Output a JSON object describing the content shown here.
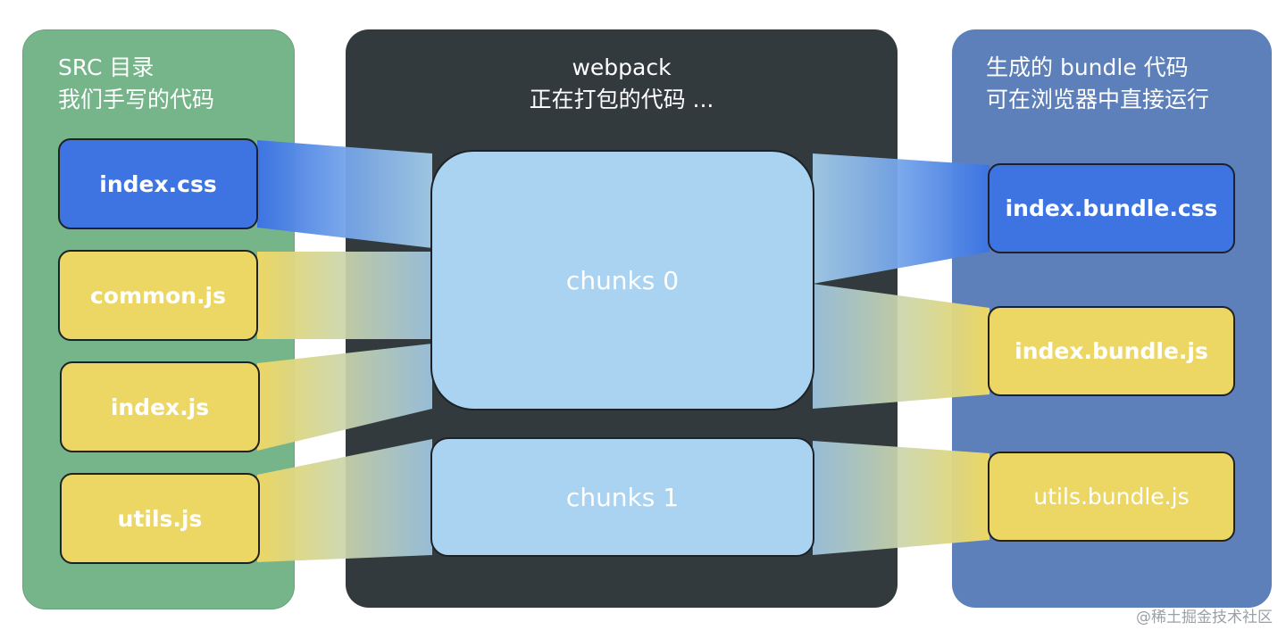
{
  "colors": {
    "src_panel": "#76b489",
    "webpack_panel": "#323a3e",
    "bundle_panel": "#5d80ba",
    "css_box": "#3d74e2",
    "js_box": "#ecd764",
    "chunk": "#a9d3f1"
  },
  "src": {
    "title_line1": "SRC 目录",
    "title_line2": "我们手写的代码",
    "files": [
      "index.css",
      "common.js",
      "index.js",
      "utils.js"
    ]
  },
  "webpack": {
    "title_line1": "webpack",
    "title_line2": "正在打包的代码 ...",
    "chunks": [
      "chunks 0",
      "chunks 1"
    ]
  },
  "bundle": {
    "title_line1": "生成的 bundle 代码",
    "title_line2": "可在浏览器中直接运行",
    "files": [
      "index.bundle.css",
      "index.bundle.js",
      "utils.bundle.js"
    ]
  },
  "watermark": "@稀土掘金技术社区"
}
